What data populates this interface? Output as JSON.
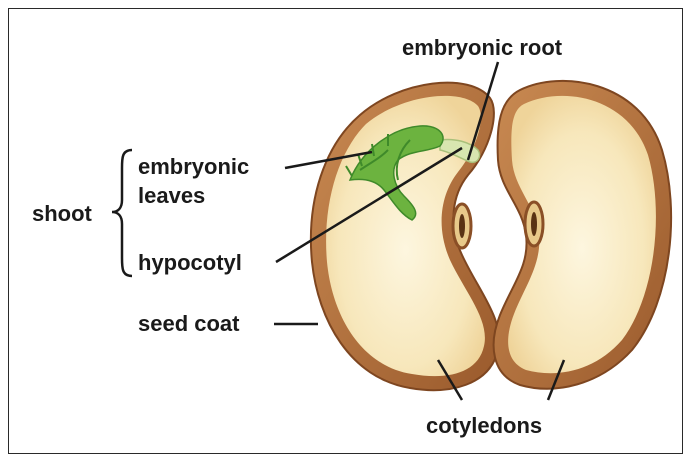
{
  "labels": {
    "embryonic_root": "embryonic root",
    "embryonic_leaves_line1": "embryonic",
    "embryonic_leaves_line2": "leaves",
    "shoot": "shoot",
    "hypocotyl": "hypocotyl",
    "seed_coat": "seed coat",
    "cotyledons": "cotyledons"
  },
  "colors": {
    "seed_coat": "#b9733f",
    "seed_coat_dark": "#8a4f26",
    "cotyledon": "#f6e5b7",
    "cotyledon_center": "#fbf2d4",
    "embryo_green": "#6cb33f",
    "embryo_dark": "#3f8a2a",
    "line": "#1a1a1a"
  }
}
